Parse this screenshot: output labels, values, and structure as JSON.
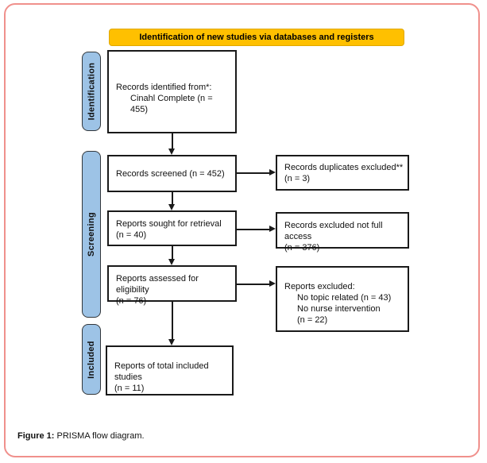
{
  "banner": {
    "label": "Identification of new studies via databases and registers"
  },
  "stages": [
    {
      "label": "Identification"
    },
    {
      "label": "Screening"
    },
    {
      "label": "Included"
    }
  ],
  "flow": {
    "identified": {
      "lines": [
        "Records identified from*:",
        "Cinahl Complete (n = 455)"
      ]
    },
    "screened": {
      "lines": [
        "Records screened (n = 452)"
      ]
    },
    "retrieval": {
      "lines": [
        "Reports sought for retrieval",
        "(n = 40)"
      ]
    },
    "eligibility": {
      "lines": [
        "Reports assessed for eligibility",
        "(n = 76)"
      ]
    },
    "included": {
      "lines": [
        "Reports of total included studies",
        "(n = 11)"
      ]
    }
  },
  "side_boxes": {
    "duplicates": {
      "lines": [
        "Records duplicates excluded**",
        "(n = 3)"
      ]
    },
    "fullaccess": {
      "lines": [
        "Records excluded not full access",
        "(n = 376)"
      ]
    },
    "excluded": {
      "lines": [
        "Reports excluded:",
        "No topic related (n = 43)",
        "No nurse intervention",
        "(n = 22)"
      ]
    }
  },
  "caption": {
    "prefix": "Figure 1:",
    "text": " PRISMA flow diagram."
  },
  "colors": {
    "banner_fill": "#FFC000",
    "stage_fill": "#9DC3E6",
    "stage_border": "#33373b",
    "box_border": "#1a1a1a",
    "frame": "#f0908c",
    "background": "#ffffff"
  }
}
